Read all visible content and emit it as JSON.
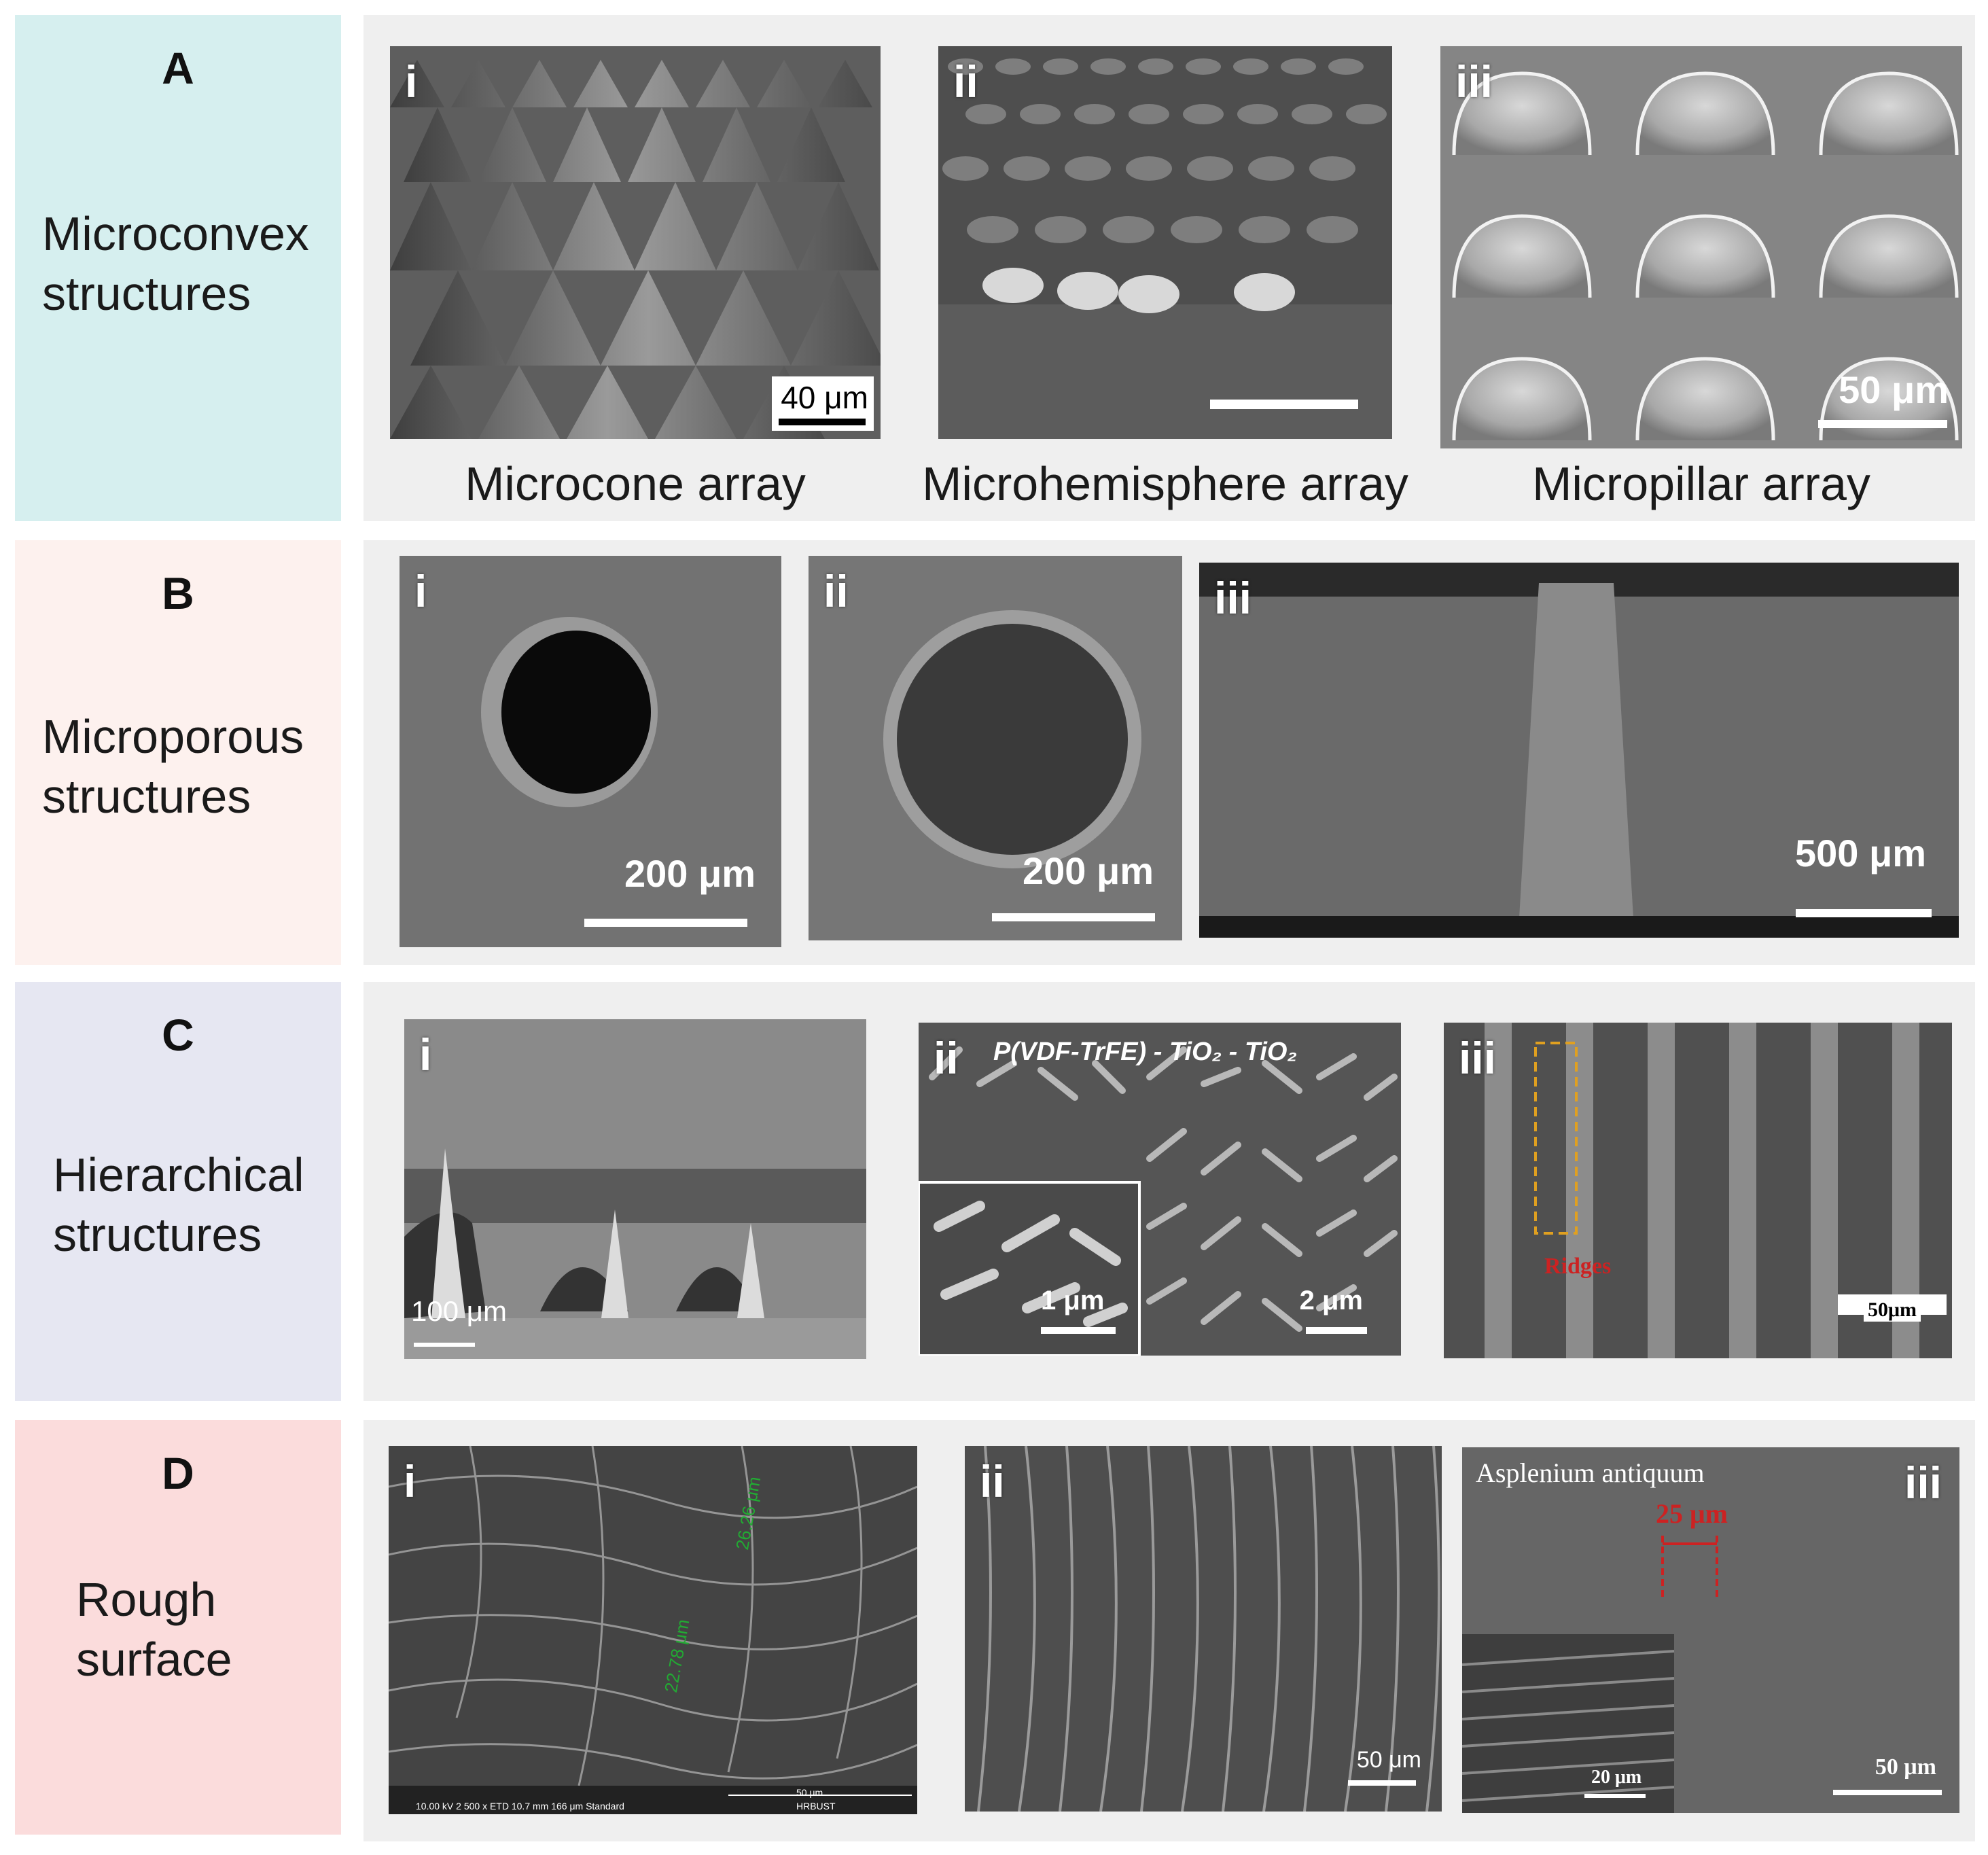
{
  "rows": {
    "A": {
      "letter": "A",
      "name": "Microconvex\nstructures",
      "bg": "#d6efef"
    },
    "B": {
      "letter": "B",
      "name": "Microporous\nstructures",
      "bg": "#fdf1ee"
    },
    "C": {
      "letter": "C",
      "name": "Hierarchical\nstructures",
      "bg": "#e6e7f2"
    },
    "D": {
      "letter": "D",
      "name": "Rough\nsurface",
      "bg": "#fbdcdc"
    }
  },
  "panels": {
    "a1": {
      "roman": "i",
      "scale": "40 μm",
      "caption": "Microcone array"
    },
    "a2": {
      "roman": "ii",
      "caption": "Microhemisphere array"
    },
    "a3": {
      "roman": "iii",
      "scale": "50 μm",
      "caption": "Micropillar array"
    },
    "b1": {
      "roman": "i",
      "scale": "200 μm"
    },
    "b2": {
      "roman": "ii",
      "scale": "200 μm"
    },
    "b3": {
      "roman": "iii",
      "scale": "500 μm"
    },
    "c1": {
      "roman": "i",
      "scale": "100 μm"
    },
    "c2": {
      "roman": "ii",
      "title": "P(VDF-TrFE) - TiO₂ - TiO₂",
      "scale": "2 μm",
      "inset_scale": "1 μm"
    },
    "c3": {
      "roman": "iii",
      "annotation": "Ridges",
      "scale": "50μm"
    },
    "d1": {
      "roman": "i",
      "measure1": "26.26 μm",
      "measure2": "22.78 μm",
      "footer_scale": "50 μm",
      "footer_meta": "10.00 kV  2 500 x  ETD  10.7 mm  166 μm  Standard",
      "footer_org": "HRBUST"
    },
    "d2": {
      "roman": "ii",
      "scale": "50 μm"
    },
    "d3": {
      "roman": "iii",
      "species": "Asplenium antiquum",
      "measure": "25 μm",
      "inset_scale": "20 μm",
      "scale": "50 μm"
    }
  },
  "colors": {
    "annotation_red": "#cc2222",
    "measure_green": "#22aa33",
    "dashed_box": "#e0a020"
  }
}
